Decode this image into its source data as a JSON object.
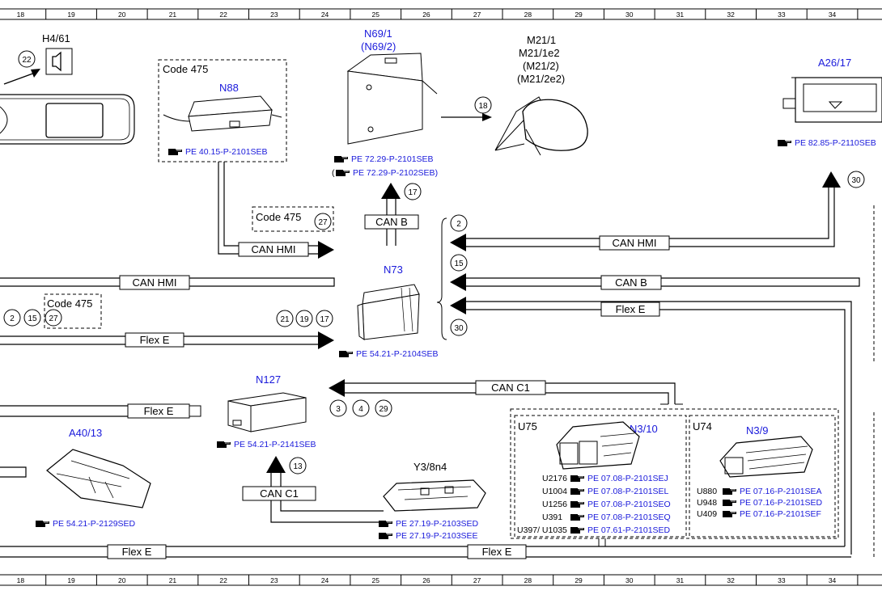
{
  "grid": {
    "cols": [
      "18",
      "19",
      "20",
      "21",
      "22",
      "23",
      "24",
      "25",
      "26",
      "27",
      "28",
      "29",
      "30",
      "31",
      "32",
      "33",
      "34"
    ]
  },
  "components": {
    "h4_61": "H4/61",
    "n69_1": "N69/1",
    "n69_2": "(N69/2)",
    "m21_a": "M21/1",
    "m21_b": "M21/1e2",
    "m21_c": "(M21/2)",
    "m21_d": "(M21/2e2)",
    "a26_17": "A26/17",
    "n88": "N88",
    "n73": "N73",
    "n127": "N127",
    "a40_13": "A40/13",
    "y3_8n4": "Y3/8n4",
    "u75": "U75",
    "n3_10": "N3/10",
    "u74": "U74",
    "n3_9": "N3/9"
  },
  "codes": {
    "c1": "Code 475",
    "c2": "Code 475",
    "c3": "Code 475"
  },
  "buses": {
    "can_hmi_1": "CAN HMI",
    "can_hmi_2": "CAN HMI",
    "can_hmi_3": "CAN HMI",
    "can_b_1": "CAN B",
    "can_b_2": "CAN B",
    "flex_e_1": "Flex E",
    "flex_e_2": "Flex E",
    "flex_e_3": "Flex E",
    "flex_e_4": "Flex E",
    "flex_e_5": "Flex E",
    "can_c1_1": "CAN C1",
    "can_c1_2": "CAN C1"
  },
  "refs": {
    "n88": "PE 40.15-P-2101SEB",
    "n69_a": "PE 72.29-P-2101SEB",
    "n69_b": "PE 72.29-P-2102SEB)",
    "n69_b_pre": "(",
    "a26": "PE 82.85-P-2110SEB",
    "n73": "PE 54.21-P-2104SEB",
    "n127": "PE 54.21-P-2141SEB",
    "a40": "PE 54.21-P-2129SED",
    "y3_a": "PE 27.19-P-2103SED",
    "y3_b": "PE 27.19-P-2103SEE",
    "u75_1": "PE 07.08-P-2101SEJ",
    "u75_2": "PE 07.08-P-2101SEL",
    "u75_3": "PE 07.08-P-2101SEO",
    "u75_4": "PE 07.08-P-2101SEQ",
    "u75_5": "PE 07.61-P-2101SED",
    "u74_1": "PE 07.16-P-2101SEA",
    "u74_2": "PE 07.16-P-2101SED",
    "u74_3": "PE 07.16-P-2101SEF"
  },
  "variants": {
    "u2176": "U2176",
    "u1004": "U1004",
    "u1256": "U1256",
    "u391": "U391",
    "u397": "U397/ U1035",
    "u880": "U880",
    "u948": "U948",
    "u409": "U409"
  },
  "circles": {
    "c22": "22",
    "c18": "18",
    "c30a": "30",
    "c17a": "17",
    "c27a": "27",
    "c2a": "2",
    "c15a": "15",
    "c30b": "30",
    "c2b": "2",
    "c15b": "15",
    "c27b": "27",
    "c21": "21",
    "c19": "19",
    "c17b": "17",
    "c3": "3",
    "c4": "4",
    "c29": "29",
    "c13": "13"
  }
}
